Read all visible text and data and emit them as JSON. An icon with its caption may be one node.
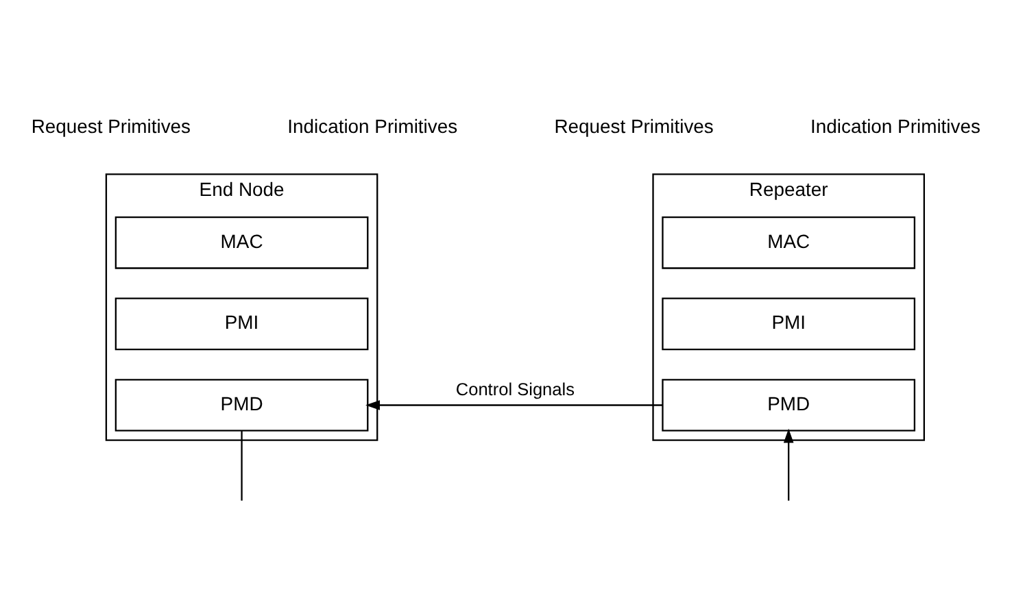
{
  "diagram": {
    "nodes": [
      {
        "text": [
          "End Node"
        ]
      },
      {
        "text": [
          "MAC"
        ],
        "in": 0
      },
      {
        "text": [
          "PMI"
        ],
        "in": 0
      },
      {
        "text": [
          "PMD"
        ],
        "in": 0
      },
      {
        "text": [
          "Repeater"
        ]
      },
      {
        "text": [
          "MAC"
        ],
        "in": 4
      },
      {
        "text": [
          "PMI"
        ],
        "in": 4
      },
      {
        "text": [
          "PMD"
        ],
        "in": 4
      }
    ],
    "edges": [
      {
        "from": 7,
        "to": 3,
        "arrow": "to",
        "label": "Control Signals"
      },
      {
        "from": 3,
        "to": null,
        "arrow": "none"
      },
      {
        "from": null,
        "to": 7,
        "arrow": "to"
      }
    ],
    "labels": [
      "Request Primitives",
      "Indication Primitives",
      "Request Primitives",
      "Indication Primitives"
    ]
  }
}
